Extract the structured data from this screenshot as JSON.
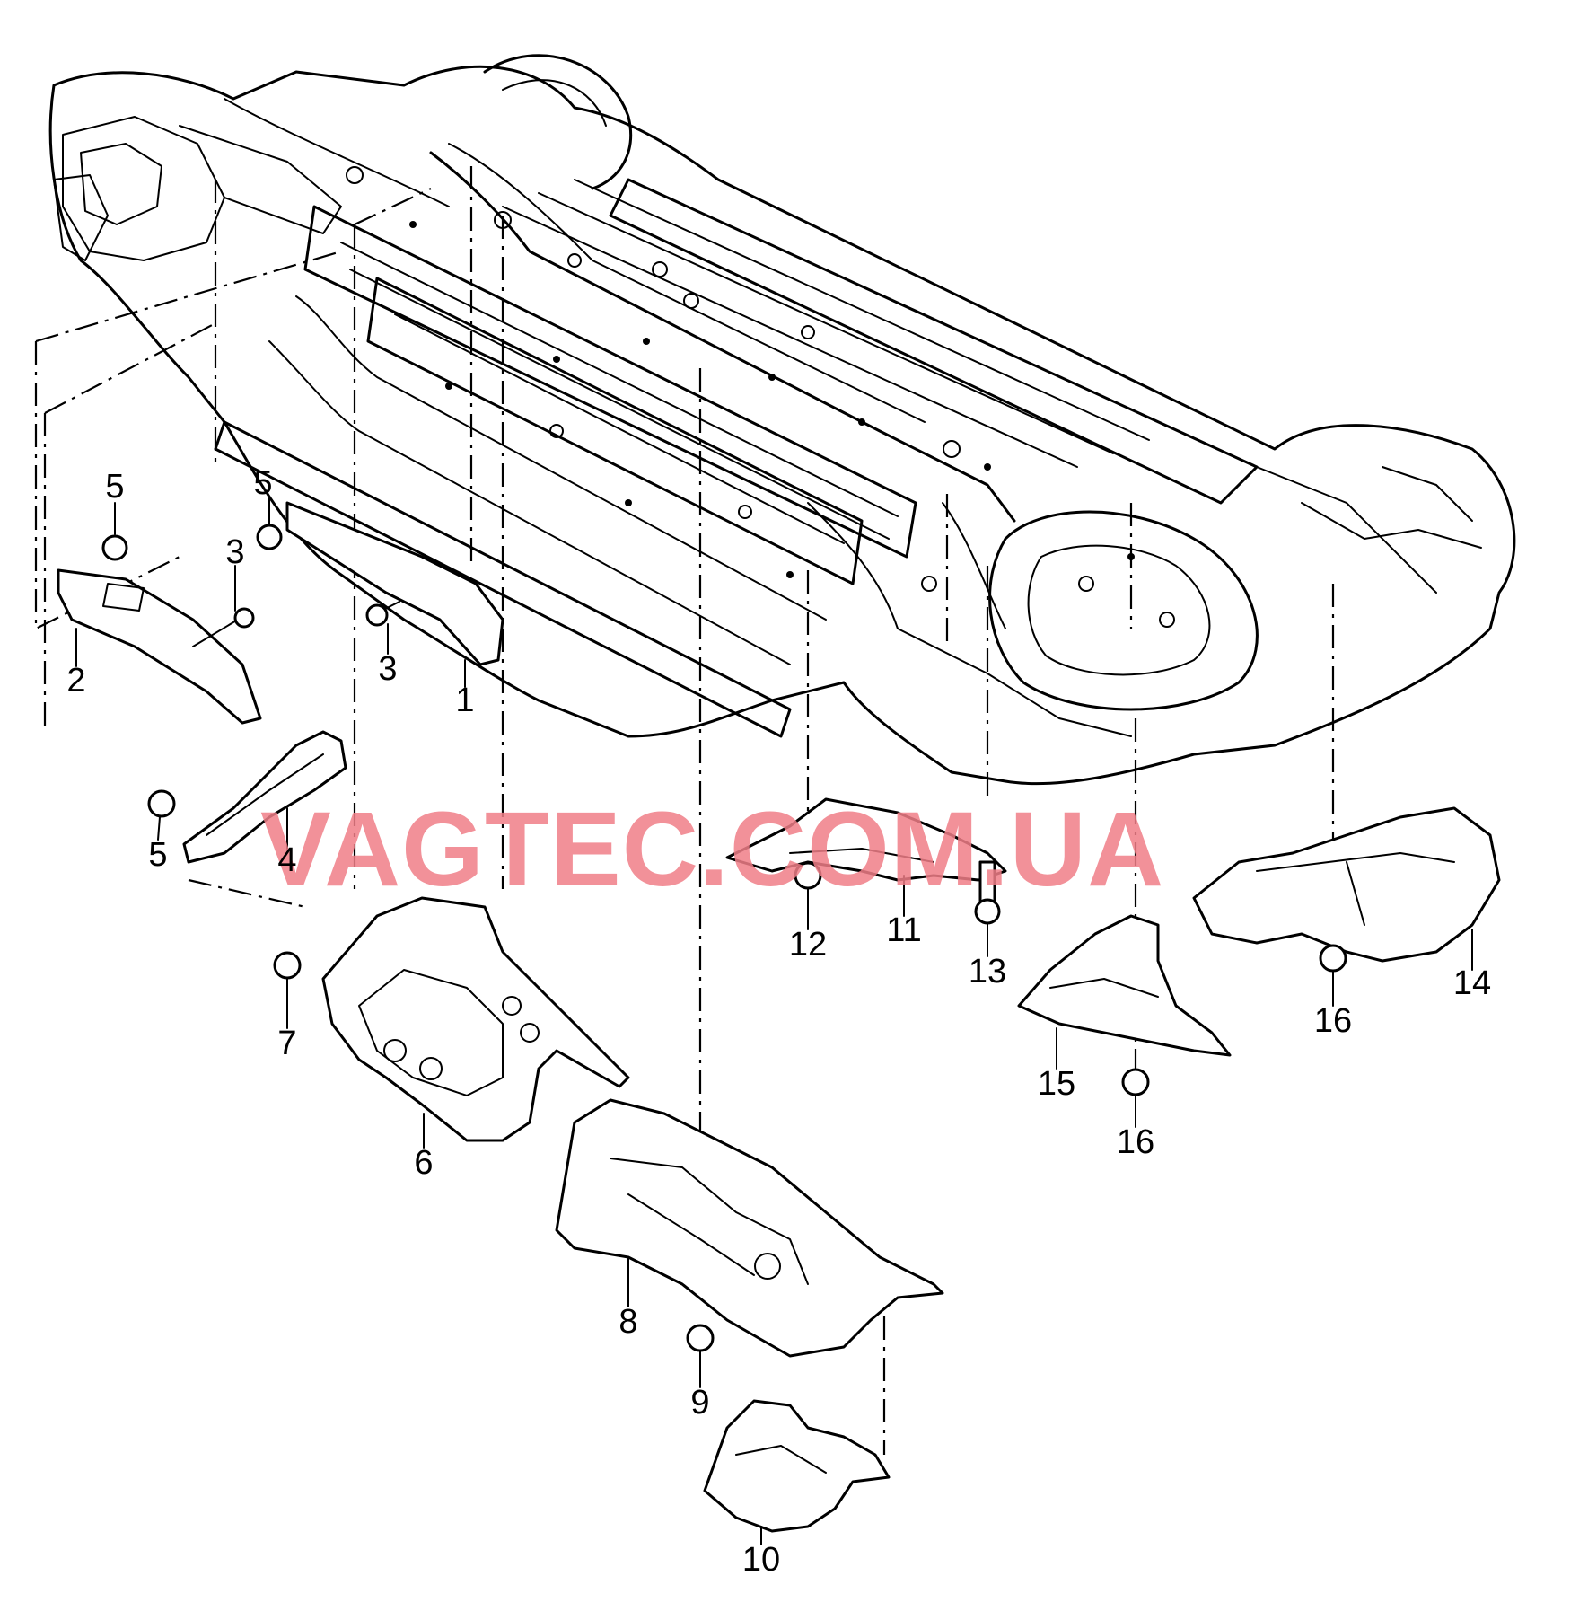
{
  "watermark": "VAGTEC.COM.UA",
  "callouts": [
    "1",
    "2",
    "3",
    "3",
    "4",
    "5",
    "5",
    "5",
    "6",
    "7",
    "8",
    "9",
    "10",
    "11",
    "12",
    "13",
    "14",
    "15",
    "16",
    "16"
  ]
}
